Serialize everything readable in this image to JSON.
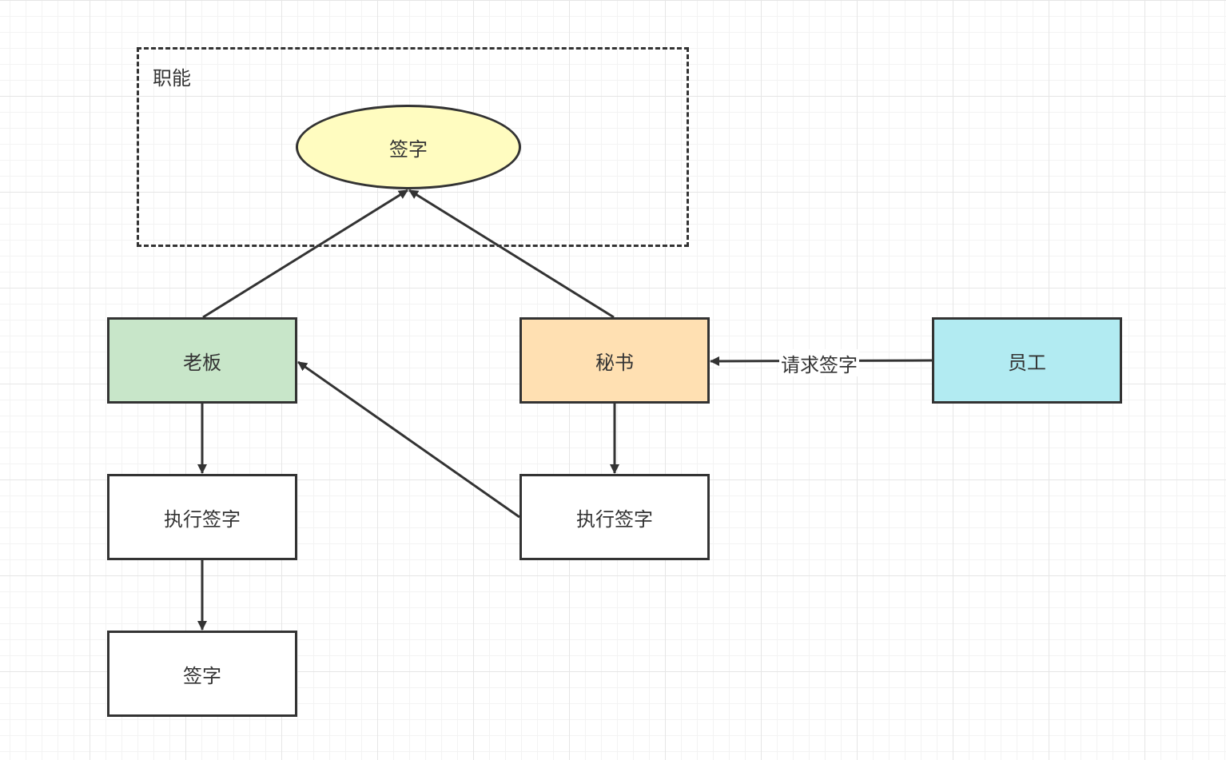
{
  "colors": {
    "stroke": "#333333",
    "boss_fill": "#c8e6c9",
    "secretary_fill": "#ffe0b2",
    "employee_fill": "#b2ebf2",
    "function_fill": "#fffcc0",
    "plain_fill": "#ffffff"
  },
  "group": {
    "label": "职能"
  },
  "nodes": {
    "function_sign": "签字",
    "boss": "老板",
    "secretary": "秘书",
    "employee": "员工",
    "boss_execute": "执行签字",
    "secretary_execute": "执行签字",
    "boss_sign": "签字"
  },
  "edges": {
    "employee_to_secretary_label": "请求签字"
  }
}
